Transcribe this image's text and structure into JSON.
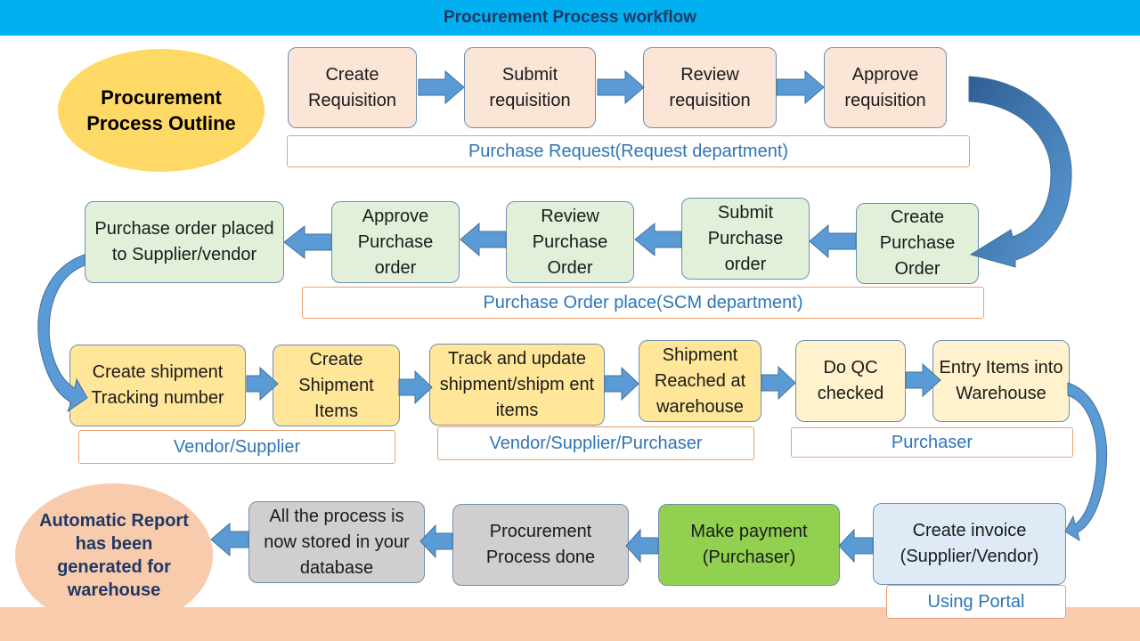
{
  "title": "Procurement Process workflow",
  "outline": "Procurement Process Outline",
  "report": "Automatic Report has been generated for warehouse",
  "row1": {
    "steps": [
      "Create Requisition",
      "Submit requisition",
      "Review requisition",
      "Approve requisition"
    ],
    "label": "Purchase Request(Request department)"
  },
  "row2": {
    "steps": [
      "Create Purchase Order",
      "Submit Purchase order",
      "Review Purchase Order",
      "Approve Purchase order",
      "Purchase order placed to Supplier/vendor"
    ],
    "label": "Purchase Order place(SCM department)"
  },
  "row3": {
    "steps": [
      "Create shipment Tracking number",
      "Create Shipment Items",
      "Track and update shipment/shipm ent items",
      "Shipment Reached at warehouse",
      "Do QC checked",
      "Entry Items into Warehouse"
    ],
    "labels": [
      "Vendor/Supplier",
      "Vendor/Supplier/Purchaser",
      "Purchaser"
    ]
  },
  "row4": {
    "steps": [
      "Create invoice (Supplier/Vendor)",
      "Make payment (Purchaser)",
      "Procurement Process done",
      "All the process is now stored in your database"
    ],
    "label": "Using Portal"
  },
  "colors": {
    "header": "#00b0f0",
    "arrow": "#5b9bd5",
    "label_text": "#2e75b6",
    "payment": "#92d050"
  }
}
